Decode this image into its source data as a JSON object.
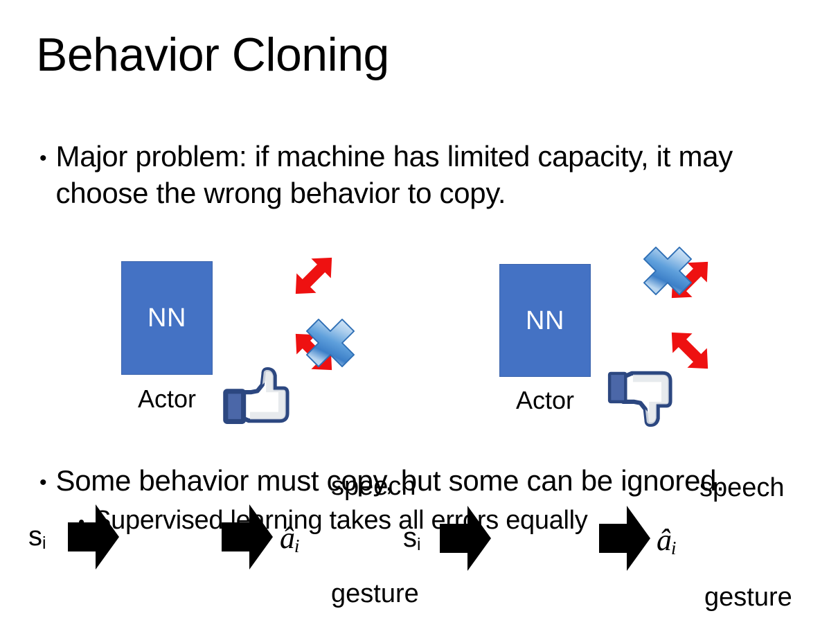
{
  "slide": {
    "title": "Behavior Cloning",
    "background_color": "#FFFFFF"
  },
  "bullets": [
    {
      "marker": "•",
      "text": "Major problem: if machine has limited capacity, it may choose the wrong behavior to copy.",
      "level": 1
    },
    {
      "marker": "•",
      "text": "Some behavior must copy, but some can be ignored.",
      "level": 1
    },
    {
      "marker": "•",
      "text": "Supervised learning takes all errors equally",
      "level": 2
    }
  ],
  "colors": {
    "nn_box_fill": "#4472C4",
    "nn_box_border": "#3B64AC",
    "red_arrow": "#EE1111",
    "blue_x_light": "#CBE0F4",
    "blue_x_mid": "#4A90D9",
    "blue_x_dark": "#2B6FC0",
    "thumb_blue": "#3B5998",
    "thumb_outline": "#2C4780",
    "text": "#000000",
    "nn_text": "#FFFFFF"
  },
  "diagrams": [
    {
      "id": "left",
      "state_label": "s",
      "state_subscript": "i",
      "box_label": "NN",
      "caption": "Actor",
      "action_label": "a",
      "action_subscript": "i",
      "outputs": [
        {
          "label": "speech",
          "crossed_out": false
        },
        {
          "label": "gesture",
          "crossed_out": true
        }
      ],
      "verdict_icon": "thumbs-up-icon",
      "verdict": "good"
    },
    {
      "id": "right",
      "state_label": "s",
      "state_subscript": "i",
      "box_label": "NN",
      "caption": "Actor",
      "action_label": "a",
      "action_subscript": "i",
      "outputs": [
        {
          "label": "speech",
          "crossed_out": true
        },
        {
          "label": "gesture",
          "crossed_out": false
        }
      ],
      "verdict_icon": "thumbs-down-icon",
      "verdict": "bad"
    }
  ]
}
